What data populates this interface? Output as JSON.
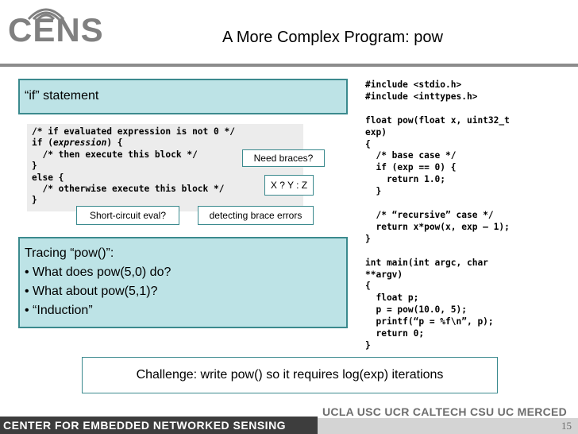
{
  "header": {
    "logo_text": "CENS",
    "title": "A More Complex Program: pow"
  },
  "if_box": {
    "label": "“if” statement"
  },
  "left_code": "/* if evaluated expression is not 0 */\nif (expression) {\n  /* then execute this block */\n}\nelse {\n  /* otherwise execute this block */\n}",
  "callouts": {
    "braces": "Need braces?",
    "ternary": "X ? Y : Z",
    "short_circuit": "Short-circuit eval?",
    "brace_errors": "detecting brace errors"
  },
  "trace_box": {
    "lines": [
      "Tracing “pow()”:",
      "• What does pow(5,0) do?",
      "• What about pow(5,1)?",
      "• “Induction”"
    ]
  },
  "right_code": "#include <stdio.h>\n#include <inttypes.h>\n\nfloat pow(float x, uint32_t\nexp)\n{\n  /* base case */\n  if (exp == 0) {\n    return 1.0;\n  }\n\n  /* “recursive” case */\n  return x*pow(x, exp – 1);\n}\n\nint main(int argc, char\n**argv)\n{\n  float p;\n  p = pow(10.0, 5);\n  printf(“p = %f\\n”, p);\n  return 0;\n}",
  "challenge": "Challenge: write pow() so it requires log(exp) iterations",
  "footer": {
    "name": "CENTER FOR EMBEDDED NETWORKED SENSING",
    "campuses": "UCLA  USC  UCR  CALTECH  CSU  UC MERCED",
    "page_number": "15"
  },
  "colors": {
    "teal_fill": "#bde3e6",
    "teal_border": "#3b8a8e",
    "footer_dark": "#3d3d3d"
  }
}
